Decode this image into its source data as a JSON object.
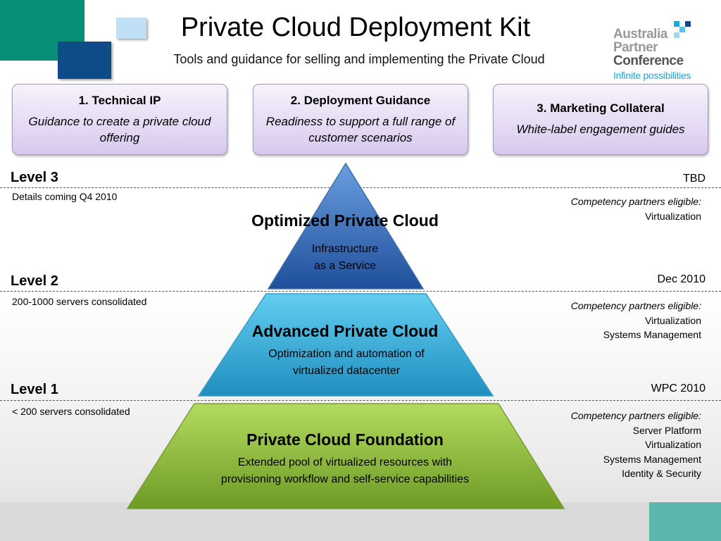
{
  "header": {
    "title": "Private Cloud Deployment Kit",
    "subtitle": "Tools and guidance for selling and implementing the Private Cloud"
  },
  "logo": {
    "line1": "Australia",
    "line2": "Partner",
    "line3": "Conference",
    "tagline": "Infinite possibilities"
  },
  "boxes": [
    {
      "title": "1. Technical IP",
      "text": "Guidance to create a private cloud offering"
    },
    {
      "title": "2. Deployment Guidance",
      "text": "Readiness to support a full range of customer scenarios"
    },
    {
      "title": "3. Marketing Collateral",
      "text": "White-label engagement guides"
    }
  ],
  "levels": [
    {
      "label": "Level 3",
      "detail": "Details coming Q4 2010",
      "date": "TBD",
      "eligible_heading": "Competency partners eligible:",
      "eligible": [
        "Virtualization"
      ]
    },
    {
      "label": "Level 2",
      "detail": "200-1000 servers consolidated",
      "date": "Dec 2010",
      "eligible_heading": "Competency partners eligible:",
      "eligible": [
        "Virtualization",
        "Systems Management"
      ]
    },
    {
      "label": "Level 1",
      "detail": "< 200 servers consolidated",
      "date": "WPC 2010",
      "eligible_heading": "Competency partners eligible:",
      "eligible": [
        "Server Platform",
        "Virtualization",
        "Systems Management",
        "Identity & Security"
      ]
    }
  ],
  "pyramid": {
    "top": {
      "title": "Optimized Private Cloud",
      "line1": "Infrastructure",
      "line2": "as a Service",
      "color": "#2e6bbd"
    },
    "middle": {
      "title": "Advanced Private Cloud",
      "line1": "Optimization and automation of",
      "line2": "virtualized datacenter",
      "color": "#34b4dd"
    },
    "bottom": {
      "title": "Private Cloud Foundation",
      "line1": "Extended pool of virtualized resources with",
      "line2": "provisioning workflow and self-service capabilities",
      "color": "#8cbf3a"
    }
  }
}
